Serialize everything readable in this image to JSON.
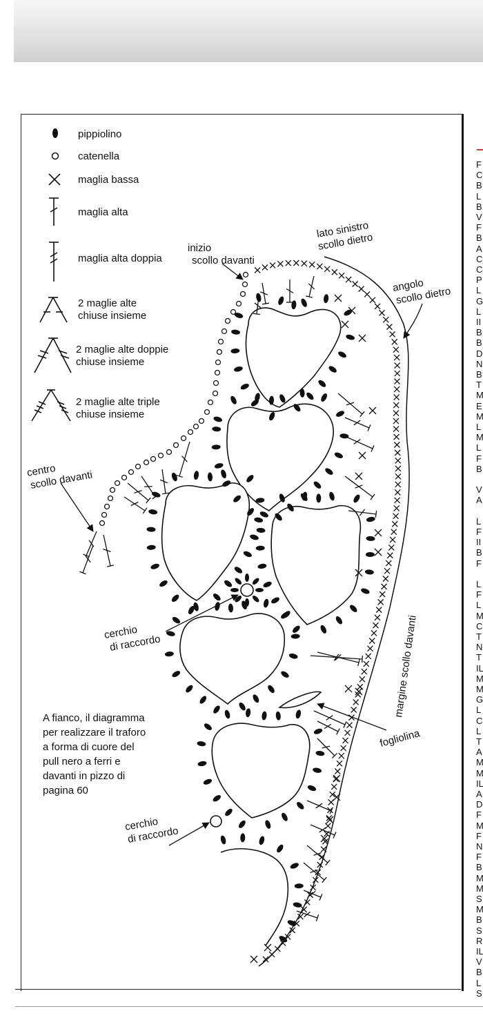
{
  "legend": [
    {
      "symbol": "picot",
      "label": "pippiolino"
    },
    {
      "symbol": "chain",
      "label": "catenella"
    },
    {
      "symbol": "single",
      "label": "maglia bassa"
    },
    {
      "symbol": "dc",
      "label": "maglia alta"
    },
    {
      "symbol": "tr",
      "label": "maglia alta doppia"
    },
    {
      "symbol": "dc2tog",
      "label": [
        "2 maglie alte",
        "chiuse insieme"
      ]
    },
    {
      "symbol": "tr2tog",
      "label": [
        "2 maglie alte doppie",
        "chiuse insieme"
      ]
    },
    {
      "symbol": "dtr2tog",
      "label": [
        "2 maglie alte triple",
        "chiuse insieme"
      ]
    }
  ],
  "annotations": {
    "inizio": [
      "inizio",
      "scollo davanti"
    ],
    "lato": [
      "lato sinistro",
      "scollo dietro"
    ],
    "angolo": [
      "angolo",
      "scollo dietro"
    ],
    "centro": [
      "centro",
      "scollo davanti"
    ],
    "cerchio1": [
      "cerchio",
      "di raccordo"
    ],
    "cerchio2": [
      "cerchio",
      "di raccordo"
    ],
    "margine": "margine scollo davanti",
    "fogliolina": "fogliolina"
  },
  "caption": "A fianco, il diagramma per realizzare il traforo a forma di cuore del pull nero a ferri e davanti in pizzo di pagina 60",
  "side_column_letters": [
    "F",
    "C",
    "B",
    "L",
    "B",
    "V",
    "F",
    "B",
    "A",
    "C",
    "C",
    "P",
    "L",
    "G",
    "L",
    "II",
    "B",
    "B",
    "D",
    "N",
    "B",
    "T",
    "M",
    "E",
    "M",
    "L",
    "M",
    "L",
    "F",
    "B",
    "",
    "V",
    "A",
    "",
    "L",
    "F",
    "II",
    "B",
    "F",
    "",
    "L",
    "F",
    "L",
    "M",
    "C",
    "T",
    "N",
    "T",
    "IL",
    "M",
    "M",
    "G",
    "L",
    "C",
    "L",
    "T",
    "A",
    "M",
    "M",
    "IL",
    "A",
    "D",
    "F",
    "M",
    "F",
    "N",
    "F",
    "B",
    "M",
    "M",
    "S",
    "M",
    "B",
    "S",
    "R",
    "IL",
    "V",
    "B",
    "L",
    "S"
  ]
}
